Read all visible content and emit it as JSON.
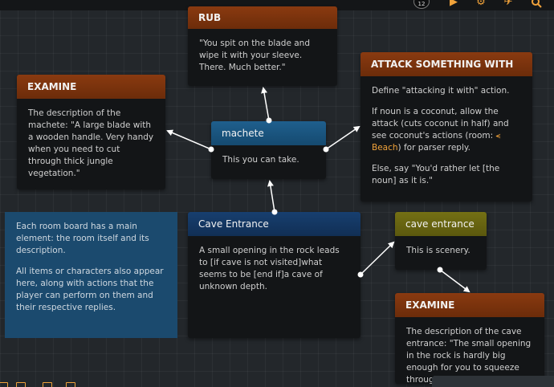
{
  "toolbar": {
    "badge": "12",
    "icons": [
      "play-icon",
      "gear-icon",
      "pin-icon",
      "search-icon"
    ]
  },
  "cards": {
    "rub": {
      "title": "RUB",
      "body": [
        "\"You spit on the blade and wipe it with your sleeve. There. Much better.\""
      ]
    },
    "attack": {
      "title": "ATTACK SOMETHING WITH",
      "p1": "Define \"attacking it with\" action.",
      "p2_before": "If noun is a coconut, allow the attack (cuts coconut in half) and see coconut's actions (room: ",
      "p2_link": "Beach",
      "p2_after": ") for parser reply.",
      "p3": "Else, say \"You'd rather let [the noun] as it is.\""
    },
    "examine_machete": {
      "title": "EXAMINE",
      "body": "The description of the machete: \"A large blade with a wooden handle. Very handy when you need to cut through thick jungle vegetation.\""
    },
    "machete": {
      "title": "machete",
      "body": "This you can take."
    },
    "cave_entrance_room": {
      "title": "Cave Entrance",
      "body": "A small opening in the rock leads to [if cave is not visited]what seems to be [end if]a cave of unknown depth."
    },
    "cave_entrance_scenery": {
      "title": "cave entrance",
      "body": "This is scenery."
    },
    "examine_cave": {
      "title": "EXAMINE",
      "body": "The description of the cave entrance: \"The small opening in the rock is hardly big enough for you to squeeze through.\""
    }
  },
  "note": {
    "p1": "Each room board has a main element: the room itself and its description.",
    "p2": "All items or characters also appear here, along with actions that the player can perform on them and their respective replies."
  },
  "colors": {
    "accent": "#f0a23a",
    "action_header": "#7a330d",
    "item_header": "#1f5f8e",
    "room_header": "#173f6f",
    "scenery_header": "#6b6812",
    "note_bg": "#1b4a6e"
  }
}
